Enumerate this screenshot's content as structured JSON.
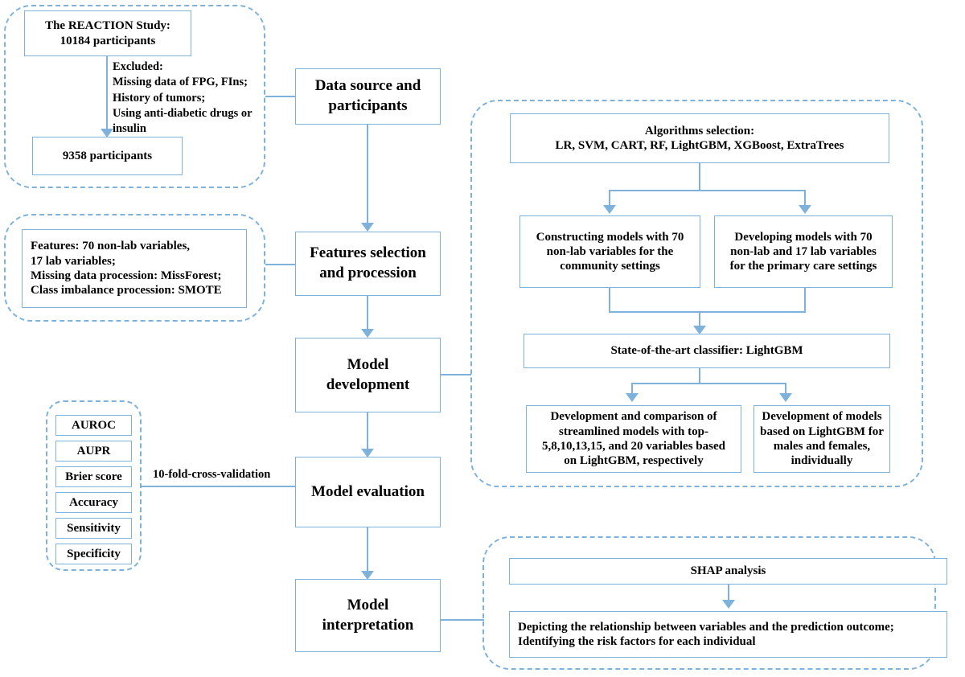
{
  "figure": {
    "title": "Study design flowchart",
    "accent_color": "#7fb2da",
    "text_color": "#000000",
    "background": "#ffffff"
  },
  "groups": {
    "data_source": {
      "name": "Data source and participants group"
    },
    "features": {
      "name": "Features selection and procession group"
    },
    "metrics": {
      "name": "Evaluation metrics group"
    },
    "model_development": {
      "name": "Model development group"
    },
    "model_interpretation": {
      "name": "Model interpretation group"
    }
  },
  "stages": {
    "data_source": "Data source and\nparticipants",
    "features": "Features selection\nand procession",
    "model_development": "Model\ndevelopment",
    "model_evaluation": "Model evaluation",
    "model_interpretation": "Model\ninterpretation"
  },
  "cohort": {
    "initial": "The REACTION Study:\n   10184 participants",
    "excluded": "Excluded:\nMissing data of FPG, FIns;\nHistory of tumors;\nUsing anti-diabetic drugs or\ninsulin",
    "final": "9358  participants"
  },
  "features_panel": {
    "text": "Features: 70 non-lab variables,\n             17 lab variables;\nMissing data procession: MissForest;\nClass imbalance procession: SMOTE"
  },
  "metrics": [
    "AUROC",
    "AUPR",
    "Brier score",
    "Accuracy",
    "Sensitivity",
    "Specificity"
  ],
  "connectors": {
    "cross_validation": "10-fold-cross-validation"
  },
  "model_development": {
    "algorithms": "Algorithms selection:\nLR, SVM, CART, RF, LightGBM, XGBoost, ExtraTrees",
    "community": "Constructing models with 70\nnon-lab variables for the\ncommunity settings",
    "primary_care": "Developing models with 70\nnon-lab and 17 lab variables\nfor the primary care settings",
    "classifier": "State-of-the-art classifier: LightGBM",
    "streamlined": "Development and comparison of\nstreamlined models with top-\n5,8,10,13,15, and 20 variables based\non LightGBM, respectively",
    "sex_specific": "Development of models\nbased on LightGBM  for\nmales and females,\nindividually"
  },
  "model_interpretation": {
    "shap": "SHAP analysis",
    "outcome": "Depicting the relationship between variables and the prediction outcome;\nIdentifying the risk factors for each individual"
  }
}
